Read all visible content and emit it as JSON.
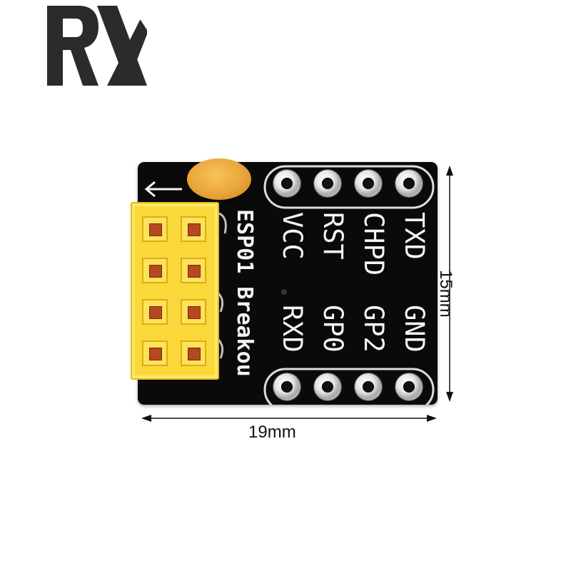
{
  "logo": {
    "text": "RX"
  },
  "board": {
    "title": "ESP01 Breakou",
    "pins_top": [
      "VCC",
      "RST",
      "CHPD",
      "TXD"
    ],
    "pins_bottom": [
      "RXD",
      "GP0",
      "GP2",
      "GND"
    ]
  },
  "dimensions": {
    "width_label": "19mm",
    "height_label": "15mm"
  },
  "colors": {
    "pcb": "#0a0a0a",
    "header": "#fbd83a",
    "capacitor": "#eaa53a",
    "silkscreen": "#f4f4f4"
  }
}
